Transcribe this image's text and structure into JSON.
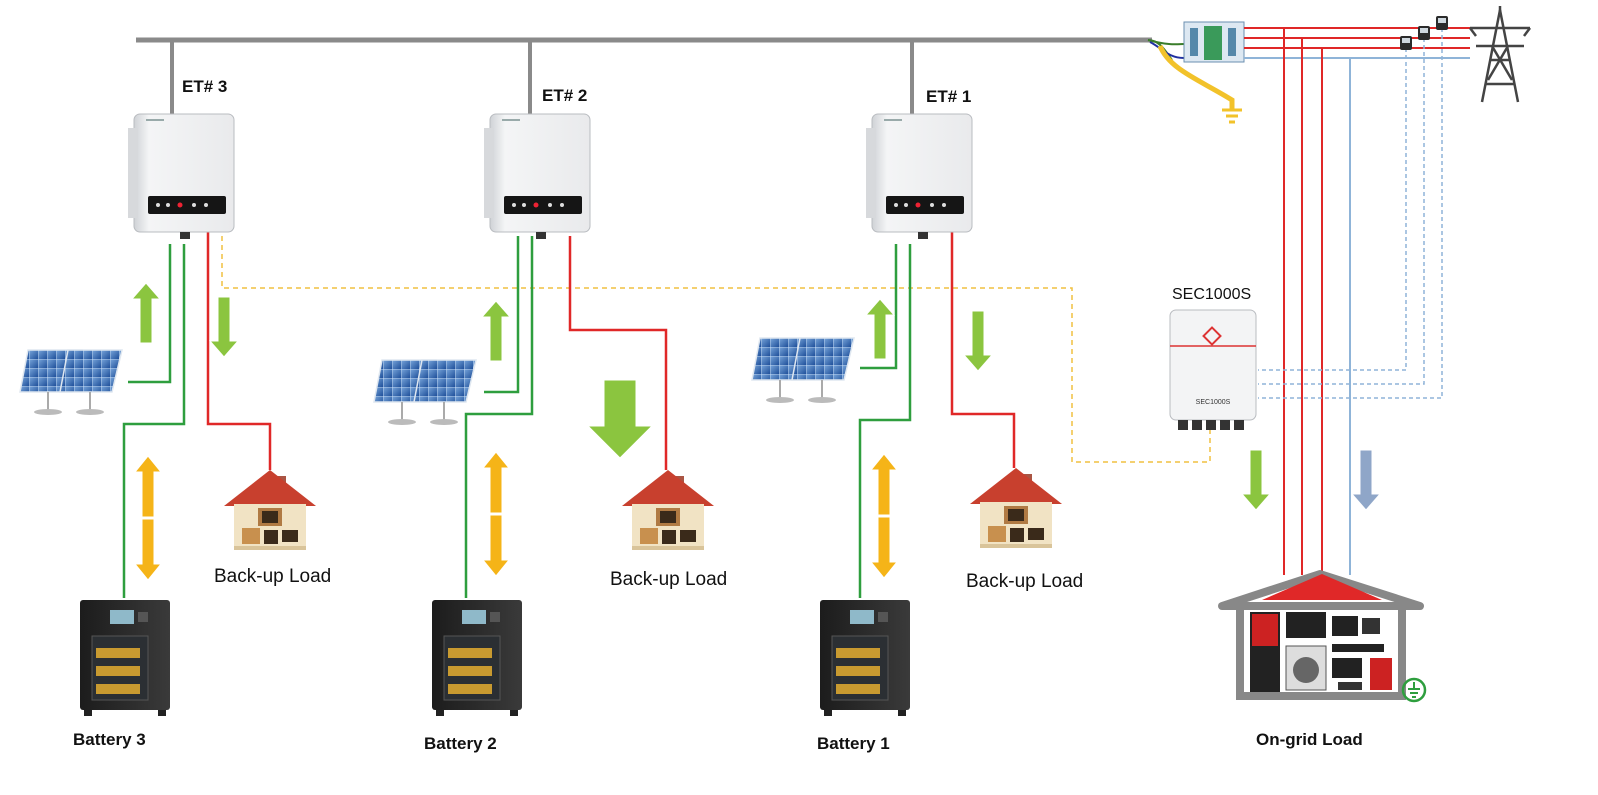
{
  "inverters": [
    {
      "label": "ET# 3"
    },
    {
      "label": "ET# 2"
    },
    {
      "label": "ET# 1"
    }
  ],
  "loads": [
    {
      "label": "Back-up Load"
    },
    {
      "label": "Back-up Load"
    },
    {
      "label": "Back-up Load"
    }
  ],
  "batteries": [
    {
      "label": "Battery 3"
    },
    {
      "label": "Battery 2"
    },
    {
      "label": "Battery 1"
    }
  ],
  "controller": {
    "label": "SEC1000S",
    "device_text": "SEC1000S"
  },
  "ongrid": {
    "label": "On-grid Load"
  },
  "colors": {
    "pv_line": "#2e9e3e",
    "ac_line": "#e02828",
    "comm_line": "#f0c040",
    "grid_blue": "#8fb4d8",
    "bus": "#808080",
    "pv_arrow": "#8bc53f",
    "battery_arrow": "#f5b418",
    "grid_arrow": "#8fa6c8"
  },
  "icons": [
    "solar-panel-icon",
    "inverter-icon",
    "house-icon",
    "battery-cabinet-icon",
    "smart-meter-icon",
    "transmission-tower-icon",
    "ground-icon",
    "earth-symbol-icon"
  ]
}
